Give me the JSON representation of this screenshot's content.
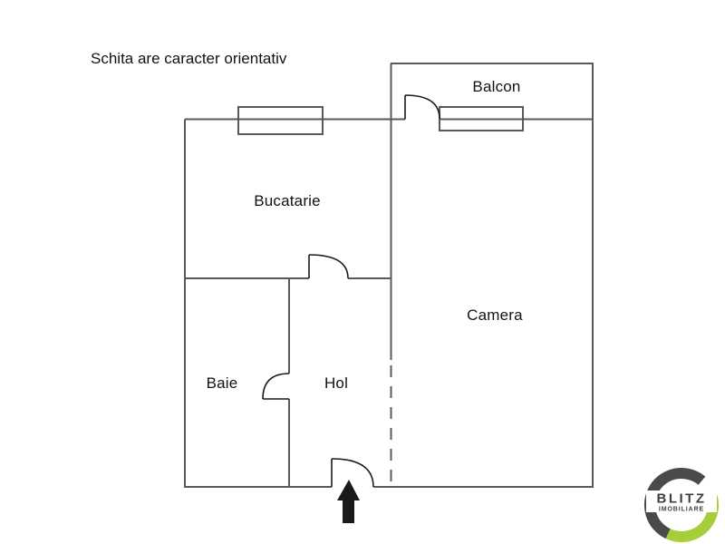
{
  "disclaimer": "Schita are caracter orientativ",
  "rooms": {
    "balcon": "Balcon",
    "bucatarie": "Bucatarie",
    "camera": "Camera",
    "baie": "Baie",
    "hol": "Hol"
  },
  "plan": {
    "doors": [
      "balcony-door",
      "kitchen-door",
      "bathroom-door",
      "entrance-door"
    ],
    "windows": [
      "kitchen-window",
      "balcony-window"
    ],
    "entrance_marker": "up-arrow",
    "dashed_partition": "hol-camera-opening"
  },
  "logo": {
    "line1": "BLITZ",
    "line2": "IMOBILIARE",
    "ring_color": "#4a4a4a",
    "accent_color": "#a6ce39",
    "text_color": "#3e3e3e"
  },
  "colors": {
    "wall": "#58595b",
    "door": "#1a1a1a",
    "text": "#121212",
    "background": "#ffffff"
  }
}
